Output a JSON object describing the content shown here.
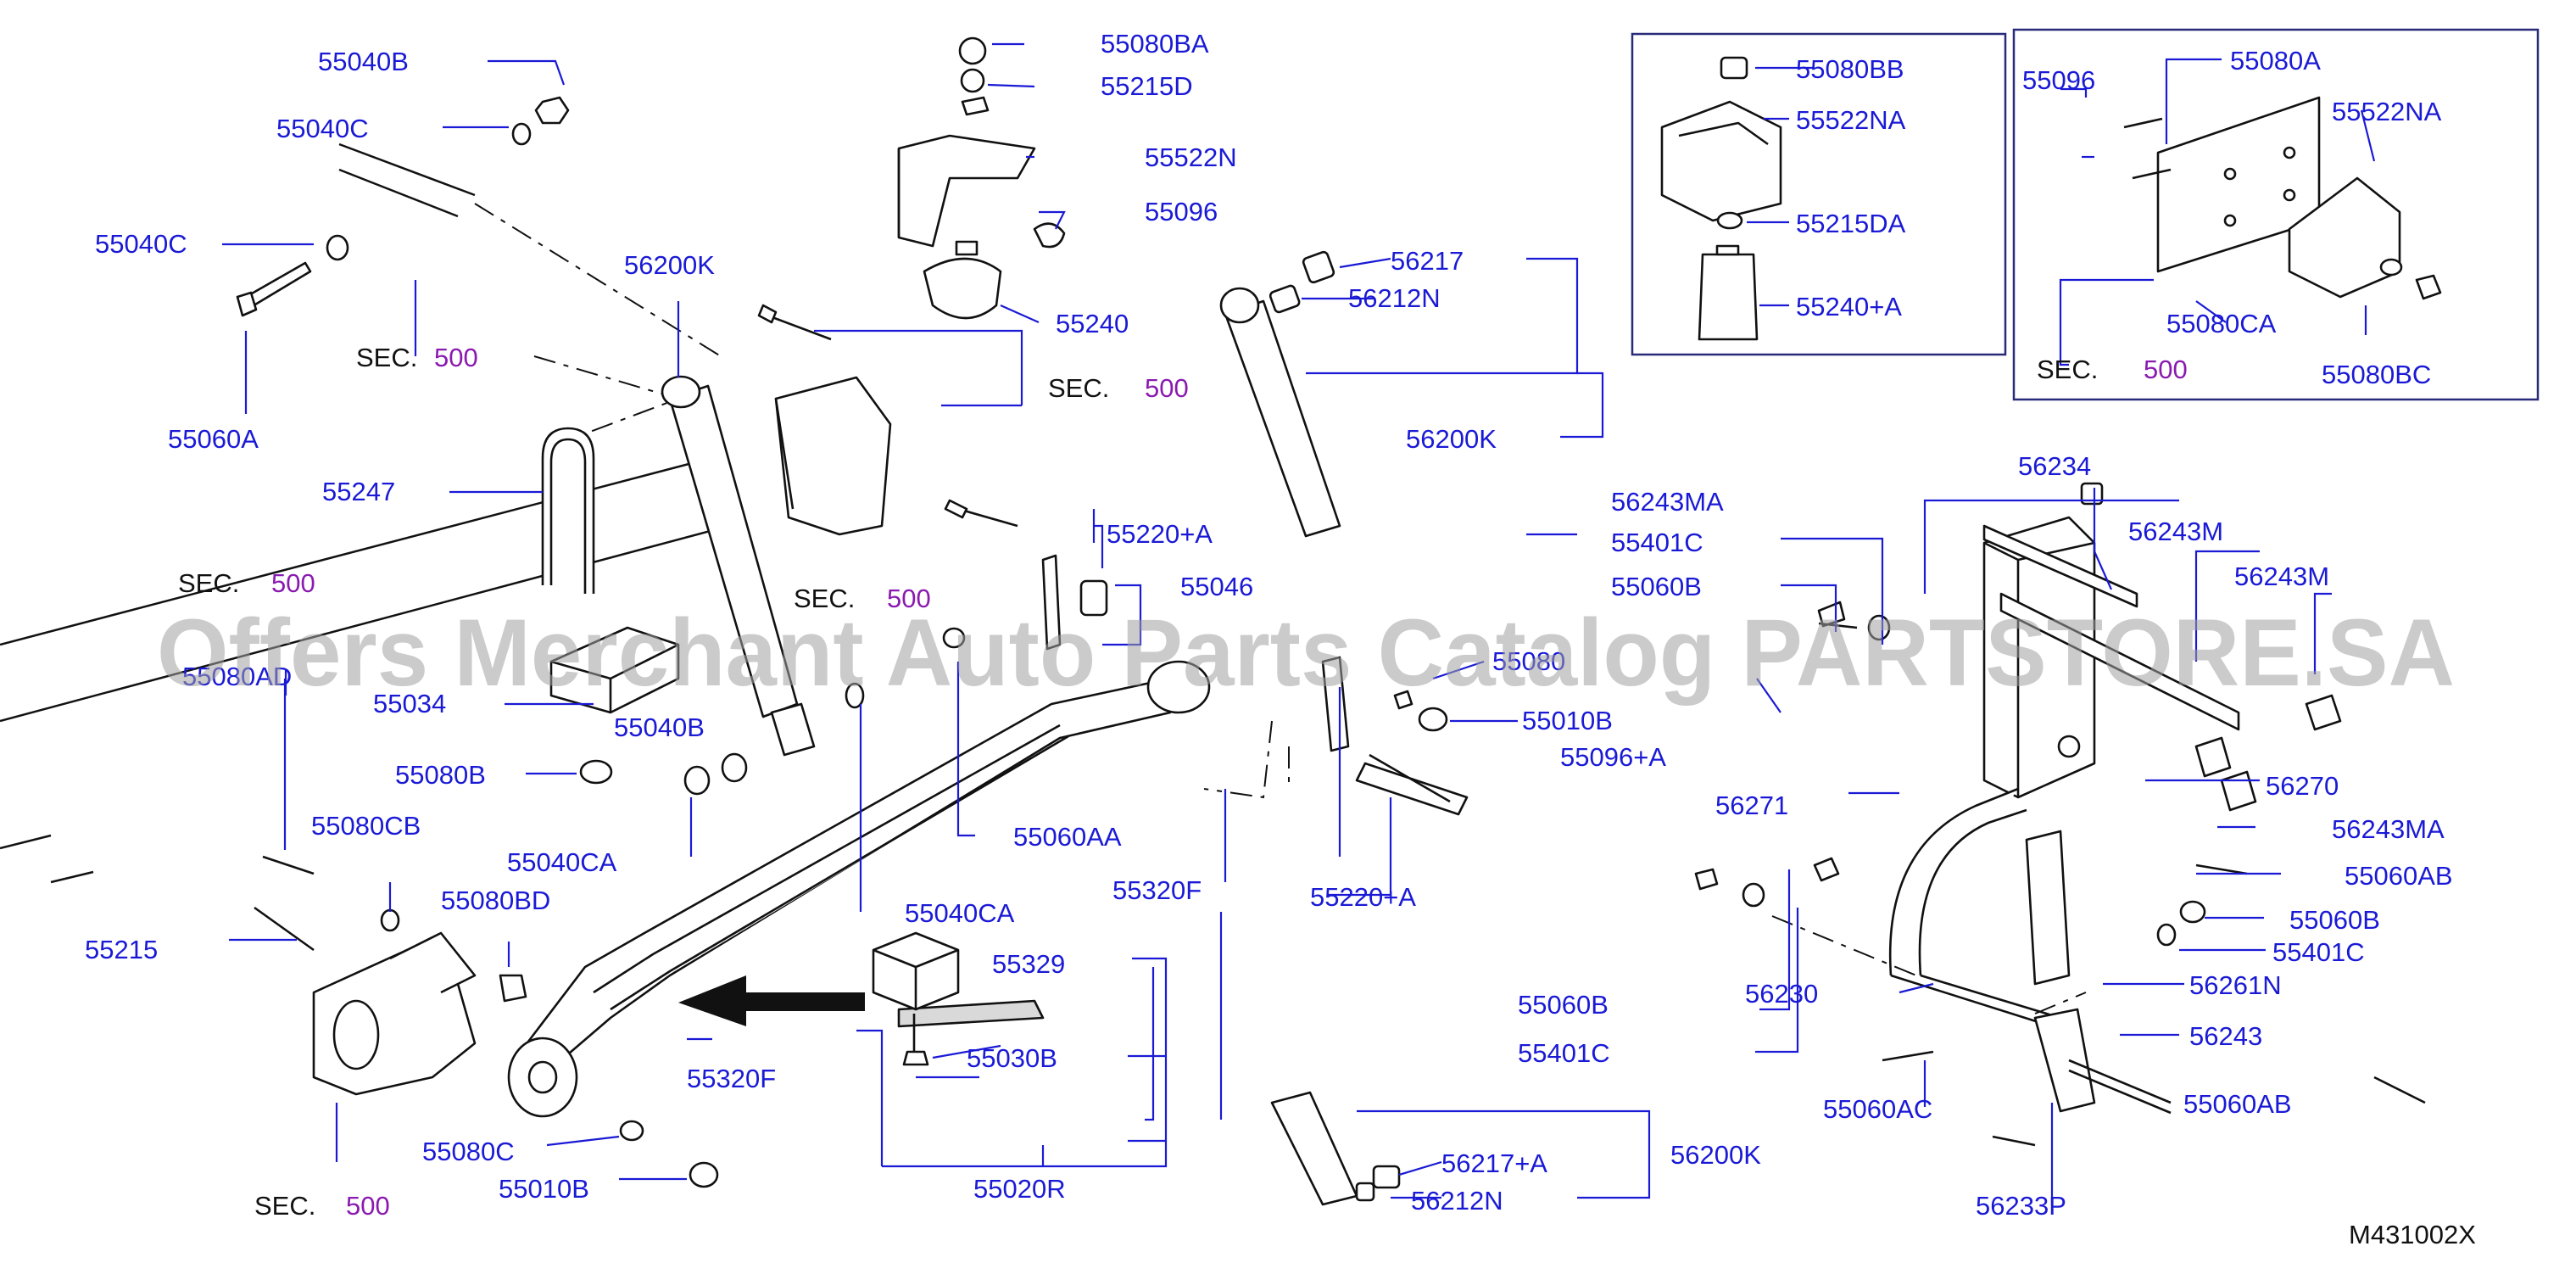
{
  "watermark": "Offers Merchant Auto Parts Catalog PARTSTORE.SA",
  "diagram_code": "M431002X",
  "colors": {
    "label": "#1a1ad6",
    "section_number": "#8a1ab0",
    "drawing": "#111111"
  },
  "labels": {
    "p55040B_a": "55040B",
    "p55040C_a": "55040C",
    "p55040C_b": "55040C",
    "p55060A": "55060A",
    "p56200K_a": "56200K",
    "p55247": "55247",
    "p55080AD": "55080AD",
    "p55034": "55034",
    "p55040B_b": "55040B",
    "p55080B": "55080B",
    "p55040CA_a": "55040CA",
    "p55080CB": "55080CB",
    "p55080BD": "55080BD",
    "p55215": "55215",
    "p55080C": "55080C",
    "p55010B_a": "55010B",
    "p55080BA": "55080BA",
    "p55215D": "55215D",
    "p55522N": "55522N",
    "p55096_a": "55096",
    "p55240": "55240",
    "p55220A_a": "55220+A",
    "p55046": "55046",
    "p55060AA": "55060AA",
    "p55040CA_b": "55040CA",
    "p55320F_a": "55320F",
    "p55329": "55329",
    "p55030B": "55030B",
    "p55320F_b": "55320F",
    "p55020R": "55020R",
    "p56217": "56217",
    "p56212N_a": "56212N",
    "p56200K_b": "56200K",
    "p55080_partial": "55080",
    "p55010B_b": "55010B",
    "p55096A": "55096+A",
    "p55220A_b": "55220+A",
    "p56217A": "56217+A",
    "p56212N_b": "56212N",
    "p56200K_c": "56200K",
    "p55080BB": "55080BB",
    "p55522NA_a": "55522NA",
    "p55215DA": "55215DA",
    "p55240A": "55240+A",
    "p55096_b": "55096",
    "p55080A": "55080A",
    "p55522NA_b": "55522NA",
    "p55080CA": "55080CA",
    "p55080BC": "55080BC",
    "p56234": "56234",
    "p56243MA_a": "56243MA",
    "p55401C_a": "55401C",
    "p55060B_a": "55060B",
    "p56243M_a": "56243M",
    "p56243M_b": "56243M",
    "p56271": "56271",
    "p56270": "56270",
    "p56243MA_b": "56243MA",
    "p55060AB_a": "55060AB",
    "p55060B_b": "55060B",
    "p55401C_b": "55401C",
    "p56261N": "56261N",
    "p56243": "56243",
    "p55060AB_b": "55060AB",
    "p55060B_c": "55060B",
    "p55401C_c": "55401C",
    "p56230": "56230",
    "p55060AC": "55060AC",
    "p56233P": "56233P"
  },
  "section_refs": {
    "sec_word": "SEC.",
    "r1": "500",
    "r2": "500",
    "r3": "500",
    "r4": "500",
    "r5": "500",
    "r6": "500"
  }
}
